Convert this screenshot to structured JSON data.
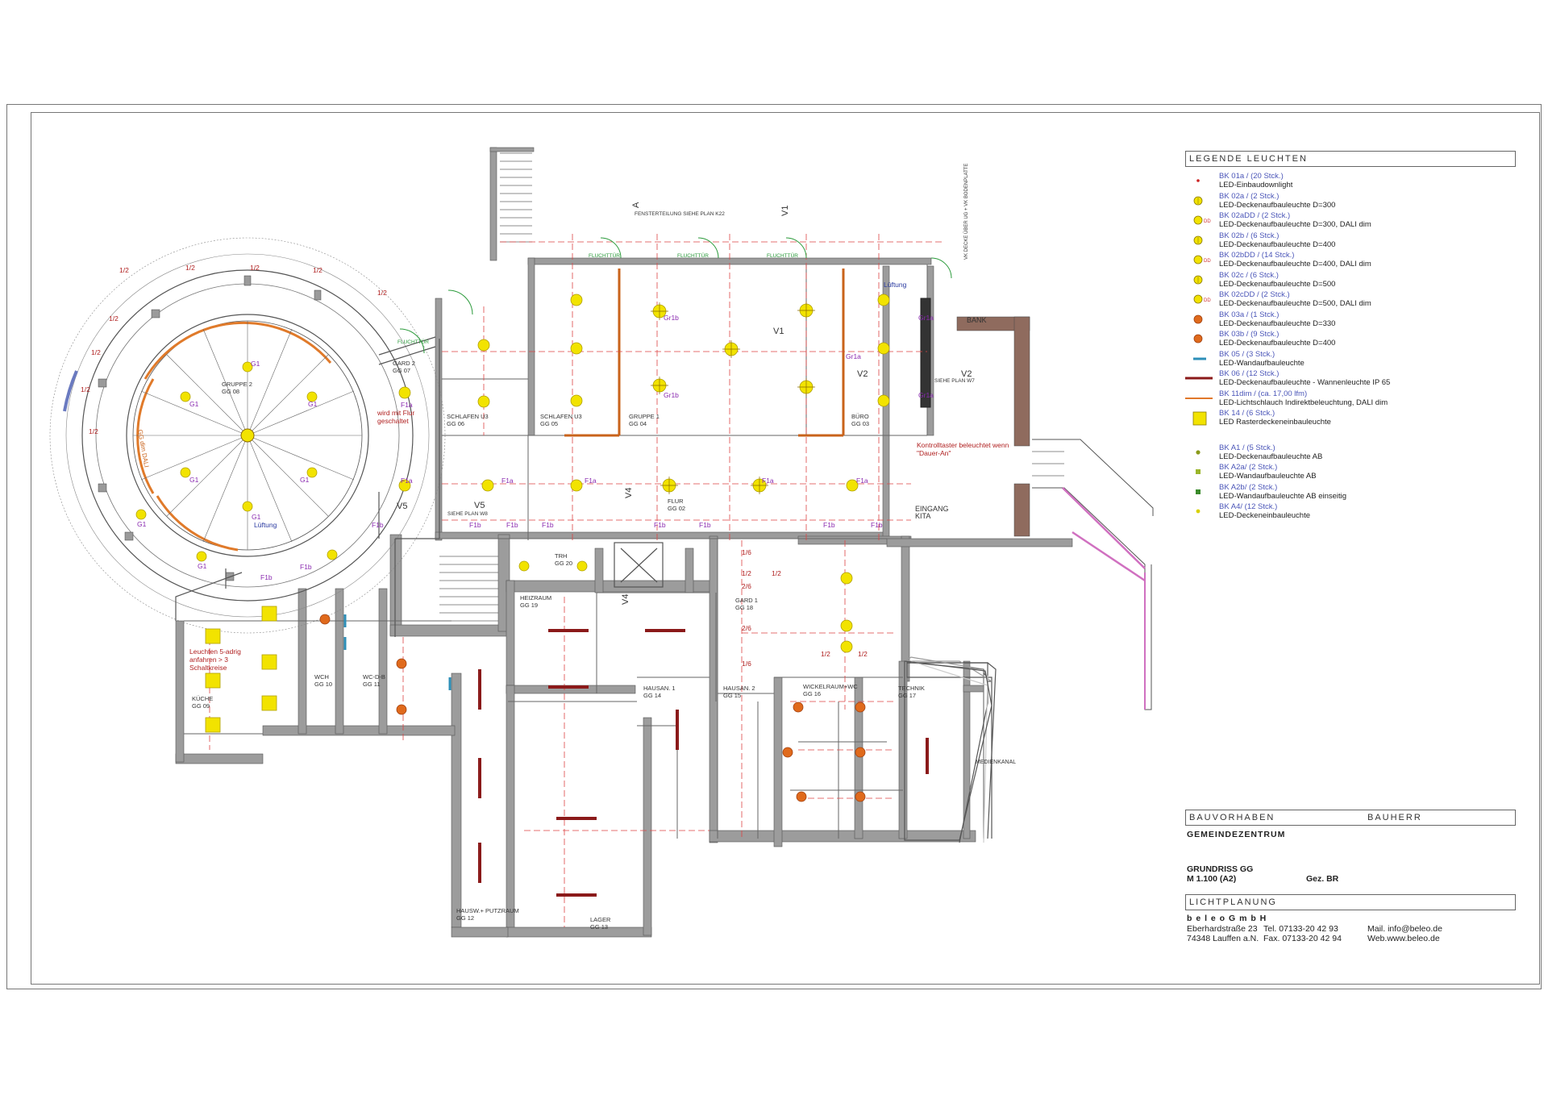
{
  "legend": {
    "title": "LEGENDE LEUCHTEN",
    "items": [
      {
        "code": "BK 01a / (20 Stck.)",
        "desc": "LED-Einbaudownlight",
        "symbol": "dot-small-red",
        "color": "#cc2222"
      },
      {
        "code": "BK 02a / (2 Stck.)",
        "desc": "LED-Deckenaufbauleuchte D=300",
        "symbol": "circle-yellow-cross",
        "color": "#f2e300"
      },
      {
        "code": "BK 02aDD / (2 Stck.)",
        "desc": "LED-Deckenaufbauleuchte D=300, DALI dim",
        "symbol": "circle-yellow-dd",
        "color": "#f2e300"
      },
      {
        "code": "BK 02b / (6 Stck.)",
        "desc": "LED-Deckenaufbauleuchte D=400",
        "symbol": "circle-yellow-cross",
        "color": "#f2e300"
      },
      {
        "code": "BK 02bDD / (14 Stck.)",
        "desc": "LED-Deckenaufbauleuchte D=400, DALI dim",
        "symbol": "circle-yellow-dd",
        "color": "#f2e300"
      },
      {
        "code": "BK 02c / (6 Stck.)",
        "desc": "LED-Deckenaufbauleuchte D=500",
        "symbol": "circle-yellow-cross",
        "color": "#f2e300"
      },
      {
        "code": "BK 02cDD / (2 Stck.)",
        "desc": "LED-Deckenaufbauleuchte D=500, DALI dim",
        "symbol": "circle-yellow-dd",
        "color": "#f2e300"
      },
      {
        "code": "BK 03a / (1 Stck.)",
        "desc": "LED-Deckenaufbauleuchte D=330",
        "symbol": "circle-orange",
        "color": "#e06a1c"
      },
      {
        "code": "BK 03b / (9 Stck.)",
        "desc": "LED-Deckenaufbauleuchte D=400",
        "symbol": "circle-orange",
        "color": "#e06a1c"
      },
      {
        "code": "BK 05 / (3 Stck.)",
        "desc": "LED-Wandaufbauleuchte",
        "symbol": "line-blue",
        "color": "#2d8fb8"
      },
      {
        "code": "BK 06 / (12 Stck.)",
        "desc": "LED-Deckenaufbauleuchte - Wannenleuchte IP 65",
        "symbol": "line-darkred",
        "color": "#8b1a1a"
      },
      {
        "code": "BK 11dim / (ca. 17,00 lfm)",
        "desc": "LED-Lichtschlauch Indirektbeleuchtung, DALI dim",
        "symbol": "line-orange",
        "color": "#e0782a"
      },
      {
        "code": "BK 14 / (6 Stck.)",
        "desc": "LED Rasterdeckeneinbauleuchte",
        "symbol": "square-yellow",
        "color": "#f2e300"
      }
    ],
    "items2": [
      {
        "code": "BK A1 / (5 Stck.)",
        "desc": "LED-Deckenaufbauleuchte AB",
        "symbol": "dot-olive",
        "color": "#8a9a1a"
      },
      {
        "code": "BK A2a/ (2 Stck.)",
        "desc": "LED-Wandaufbauleuchte AB",
        "symbol": "square-olive",
        "color": "#9ab52a"
      },
      {
        "code": "BK A2b/ (2 Stck.)",
        "desc": "LED-Wandaufbauleuchte AB einseitig",
        "symbol": "square-green",
        "color": "#3a8a2a"
      },
      {
        "code": "BK A4/ (12 Stck.)",
        "desc": "LED-Deckeneinbauleuchte",
        "symbol": "dot-yellow",
        "color": "#d8d000"
      }
    ]
  },
  "titleblock": {
    "bauvorhaben": "BAUVORHABEN",
    "bauherr": "BAUHERR",
    "project": "GEMEINDEZENTRUM",
    "drawing": "GRUNDRISS GG",
    "scale": "M 1.100 (A2)",
    "drawn_by": "Gez. BR",
    "lichtplanung": "LICHTPLANUNG",
    "company": "b e l e o  G m b H",
    "street": "Eberhardstraße 23",
    "city": "74348 Lauffen a.N.",
    "tel": "Tel. 07133-20 42 93",
    "fax": "Fax. 07133-20 42 94",
    "mail": "Mail. info@beleo.de",
    "web": "Web.www.beleo.de"
  },
  "plan": {
    "rooms": [
      {
        "id": "gruppe2",
        "name": "GRUPPE 2",
        "no": "GG 08"
      },
      {
        "id": "gard2",
        "name": "GARD 2",
        "no": "GG 07"
      },
      {
        "id": "schlafen-u3-06",
        "name": "SCHLAFEN U3",
        "no": "GG 06"
      },
      {
        "id": "schlafen-u3-05",
        "name": "SCHLAFEN U3",
        "no": "GG 05"
      },
      {
        "id": "gruppe1",
        "name": "GRUPPE 1",
        "no": "GG 04"
      },
      {
        "id": "buero",
        "name": "BÜRO",
        "no": "GG 03"
      },
      {
        "id": "flur",
        "name": "FLUR",
        "no": "GG 02"
      },
      {
        "id": "trh",
        "name": "TRH",
        "no": "GG 20"
      },
      {
        "id": "heizraum",
        "name": "HEIZRAUM",
        "no": "GG 19"
      },
      {
        "id": "gard1",
        "name": "GARD 1",
        "no": "GG 18"
      },
      {
        "id": "wch",
        "name": "WCH",
        "no": "GG 10"
      },
      {
        "id": "wcdb",
        "name": "WC-D-B",
        "no": "GG 11"
      },
      {
        "id": "kueche",
        "name": "KÜCHE",
        "no": "GG 09"
      },
      {
        "id": "hausan1",
        "name": "HAUSAN. 1",
        "no": "GG 14"
      },
      {
        "id": "hausan2",
        "name": "HAUSAN. 2",
        "no": "GG 15"
      },
      {
        "id": "wickelraum",
        "name": "WICKELRAUM+WC",
        "no": "GG 16"
      },
      {
        "id": "technik",
        "name": "TECHNIK",
        "no": "GG 17"
      },
      {
        "id": "hausw",
        "name": "HAUSW.+ PUTZRAUM",
        "no": "GG 12"
      },
      {
        "id": "lager",
        "name": "LAGER",
        "no": "GG 13"
      }
    ],
    "labels": {
      "bank": "BANK",
      "eingang": "EINGANG",
      "kita": "KITA",
      "medienkanal": "MEDIENKANAL",
      "fensterteilung": "FENSTERTEILUNG SIEHE PLAN K22",
      "siehe_w7": "SIEHE PLAN W7",
      "siehe_w8": "SIEHE PLAN W8",
      "lueftung": "Lüftung",
      "fluchttuer": "FLUCHTTÜR",
      "note_flur": "wird mit Flur geschaltet",
      "note_kontroll": "Kontrolltaster beleuchtet wenn \"Dauer-An\"",
      "note_kueche": "Leuchten 5-adrig anfahren > 3 Schaltkreise",
      "dali": "GG dim DALI",
      "vk_decke": "VK DECKE ÜBER UG + VK BODENPLATTE",
      "v1": "V1",
      "v2": "V2",
      "v4": "V4",
      "v5": "V5",
      "a": "A",
      "half": "1/2",
      "sixth": "1/6",
      "twosixth": "2/6",
      "g1": "G1",
      "gr1a": "Gr1a",
      "gr1b": "Gr1b",
      "f1a": "F1a",
      "f1b": "F1b",
      "dd": "DD"
    }
  }
}
